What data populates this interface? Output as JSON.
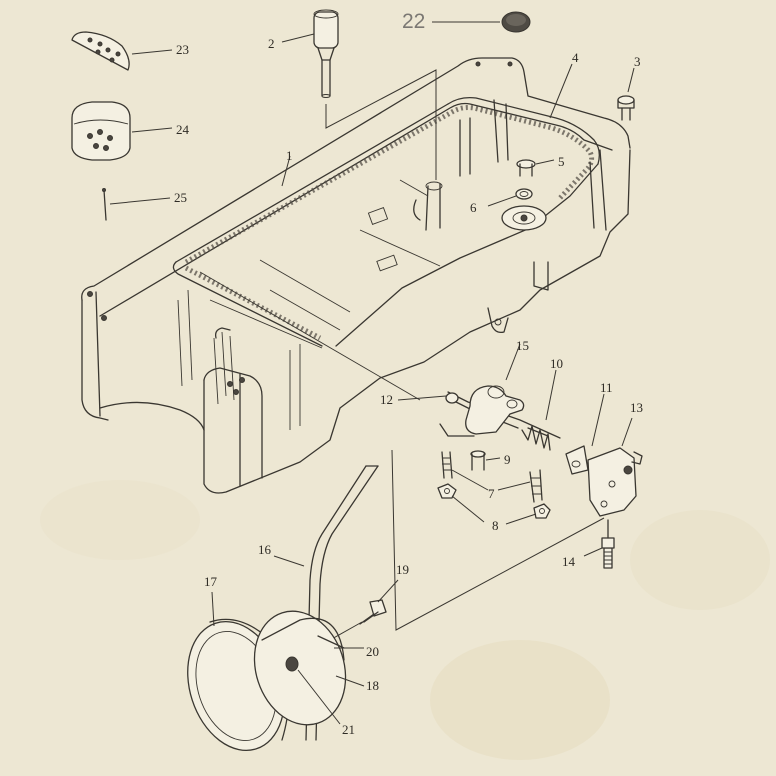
{
  "callouts": [
    {
      "id": "1",
      "text": "1"
    },
    {
      "id": "2",
      "text": "2"
    },
    {
      "id": "3",
      "text": "3"
    },
    {
      "id": "4",
      "text": "4"
    },
    {
      "id": "5",
      "text": "5"
    },
    {
      "id": "6",
      "text": "6"
    },
    {
      "id": "7",
      "text": "7"
    },
    {
      "id": "8",
      "text": "8"
    },
    {
      "id": "9",
      "text": "9"
    },
    {
      "id": "10",
      "text": "10"
    },
    {
      "id": "11",
      "text": "11"
    },
    {
      "id": "12",
      "text": "12"
    },
    {
      "id": "13",
      "text": "13"
    },
    {
      "id": "14",
      "text": "14"
    },
    {
      "id": "15",
      "text": "15"
    },
    {
      "id": "16",
      "text": "16"
    },
    {
      "id": "17",
      "text": "17"
    },
    {
      "id": "18",
      "text": "18"
    },
    {
      "id": "19",
      "text": "19"
    },
    {
      "id": "20",
      "text": "20"
    },
    {
      "id": "21",
      "text": "21"
    },
    {
      "id": "22",
      "text": "22"
    },
    {
      "id": "23",
      "text": "23"
    },
    {
      "id": "24",
      "text": "24"
    },
    {
      "id": "25",
      "text": "25"
    }
  ],
  "colors": {
    "paper": "#ede7d3",
    "ink": "#3a3731"
  }
}
